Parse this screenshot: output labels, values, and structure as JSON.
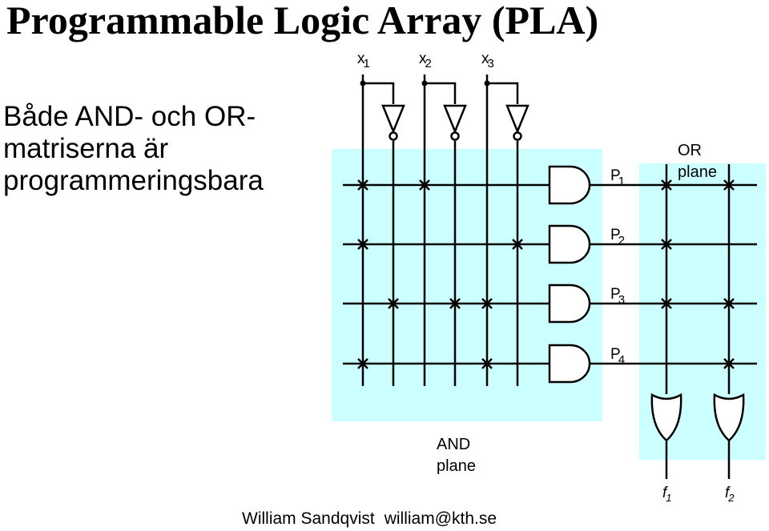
{
  "slide": {
    "title": "Programmable Logic Array (PLA)",
    "subtitle_line1": "Både AND- och OR-",
    "subtitle_line2": "matriserna är",
    "subtitle_line3": "programmeringsbara",
    "footer_author": "William Sandqvist",
    "footer_email": "william@kth.se"
  },
  "diagram": {
    "plane_color": "#ccffff",
    "and_plane_label_1": "AND",
    "and_plane_label_2": "plane",
    "or_plane_label_1": "OR",
    "or_plane_label_2": "plane",
    "inputs": [
      {
        "name": "x",
        "sub": "1"
      },
      {
        "name": "x",
        "sub": "2"
      },
      {
        "name": "x",
        "sub": "3"
      }
    ],
    "products": [
      {
        "name": "P",
        "sub": "1"
      },
      {
        "name": "P",
        "sub": "2"
      },
      {
        "name": "P",
        "sub": "3"
      },
      {
        "name": "P",
        "sub": "4"
      }
    ],
    "outputs": [
      {
        "name": "f",
        "sub": "1"
      },
      {
        "name": "f",
        "sub": "2"
      }
    ]
  }
}
